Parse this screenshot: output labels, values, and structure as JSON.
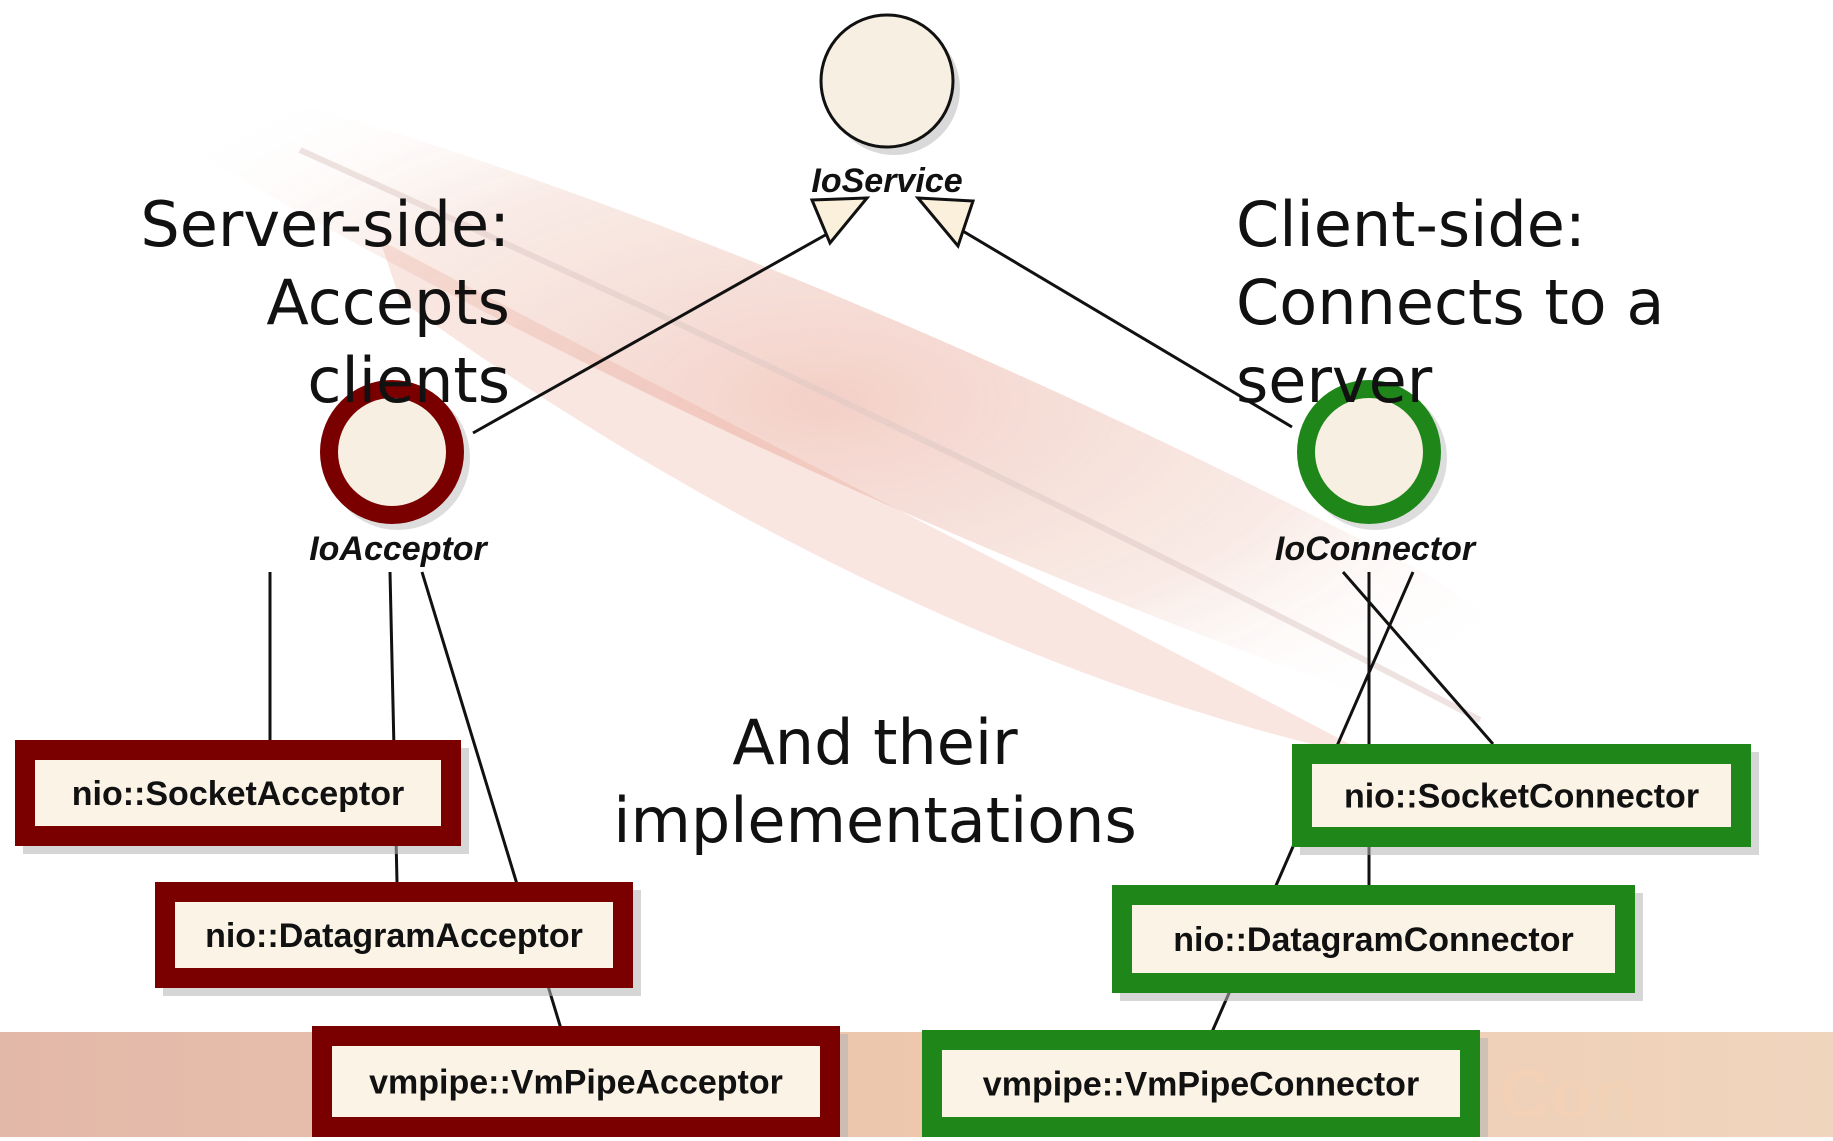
{
  "interface": {
    "name": "IoService",
    "children": [
      {
        "name": "IoAcceptor",
        "color": "#7a0000",
        "implementations": [
          "nio::SocketAcceptor",
          "nio::DatagramAcceptor",
          "vmpipe::VmPipeAcceptor"
        ]
      },
      {
        "name": "IoConnector",
        "color": "#1f861a",
        "implementations": [
          "nio::SocketConnector",
          "nio::DatagramConnector",
          "vmpipe::VmPipeConnector"
        ]
      }
    ]
  },
  "captions": {
    "server": "Server-side:\nAccepts clients",
    "client": "Client-side:\nConnects to a server",
    "implementations": "And their\nimplementations"
  },
  "colors": {
    "node_fill": "#f7efe2",
    "box_fill": "#fbf3e6",
    "server": "#7a0000",
    "client": "#1f861a",
    "edge": "#111111"
  }
}
